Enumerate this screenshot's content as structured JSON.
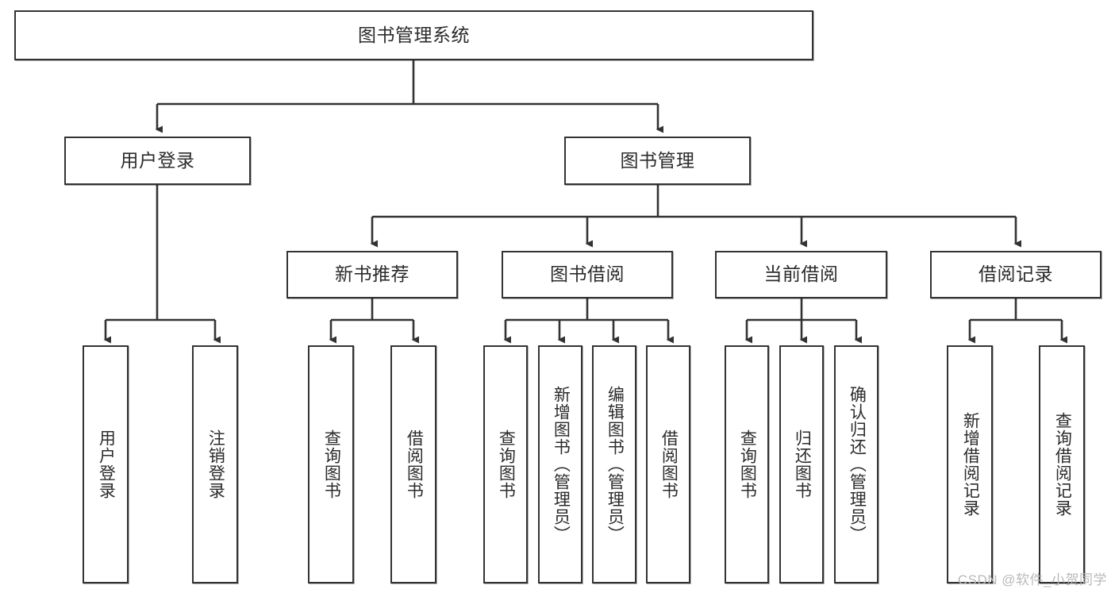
{
  "diagram": {
    "title": "图书管理系统",
    "type": "tree-hierarchy-diagram",
    "colors": {
      "box_border": "#333333",
      "box_fill": "#ffffff",
      "line": "#333333",
      "text": "#2b2b2b",
      "watermark": "#b9b9b9"
    },
    "root": {
      "label": "图书管理系统"
    },
    "level2": [
      {
        "label": "用户登录"
      },
      {
        "label": "图书管理"
      }
    ],
    "level3": [
      {
        "label": "新书推荐"
      },
      {
        "label": "图书借阅"
      },
      {
        "label": "当前借阅"
      },
      {
        "label": "借阅记录"
      }
    ],
    "leaves": {
      "user_login": [
        {
          "label": "用户登录"
        },
        {
          "label": "注销登录"
        }
      ],
      "new_book_recommend": [
        {
          "label": "查询图书"
        },
        {
          "label": "借阅图书"
        }
      ],
      "book_borrow": [
        {
          "label": "查询图书"
        },
        {
          "label": "新增图书（管理员）"
        },
        {
          "label": "编辑图书（管理员）"
        },
        {
          "label": "借阅图书"
        }
      ],
      "current_borrow": [
        {
          "label": "查询图书"
        },
        {
          "label": "归还图书"
        },
        {
          "label": "确认归还（管理员）"
        }
      ],
      "borrow_record": [
        {
          "label": "新增借阅记录"
        },
        {
          "label": "查询借阅记录"
        }
      ]
    },
    "watermark": "CSDN @软件_小贺同学"
  }
}
